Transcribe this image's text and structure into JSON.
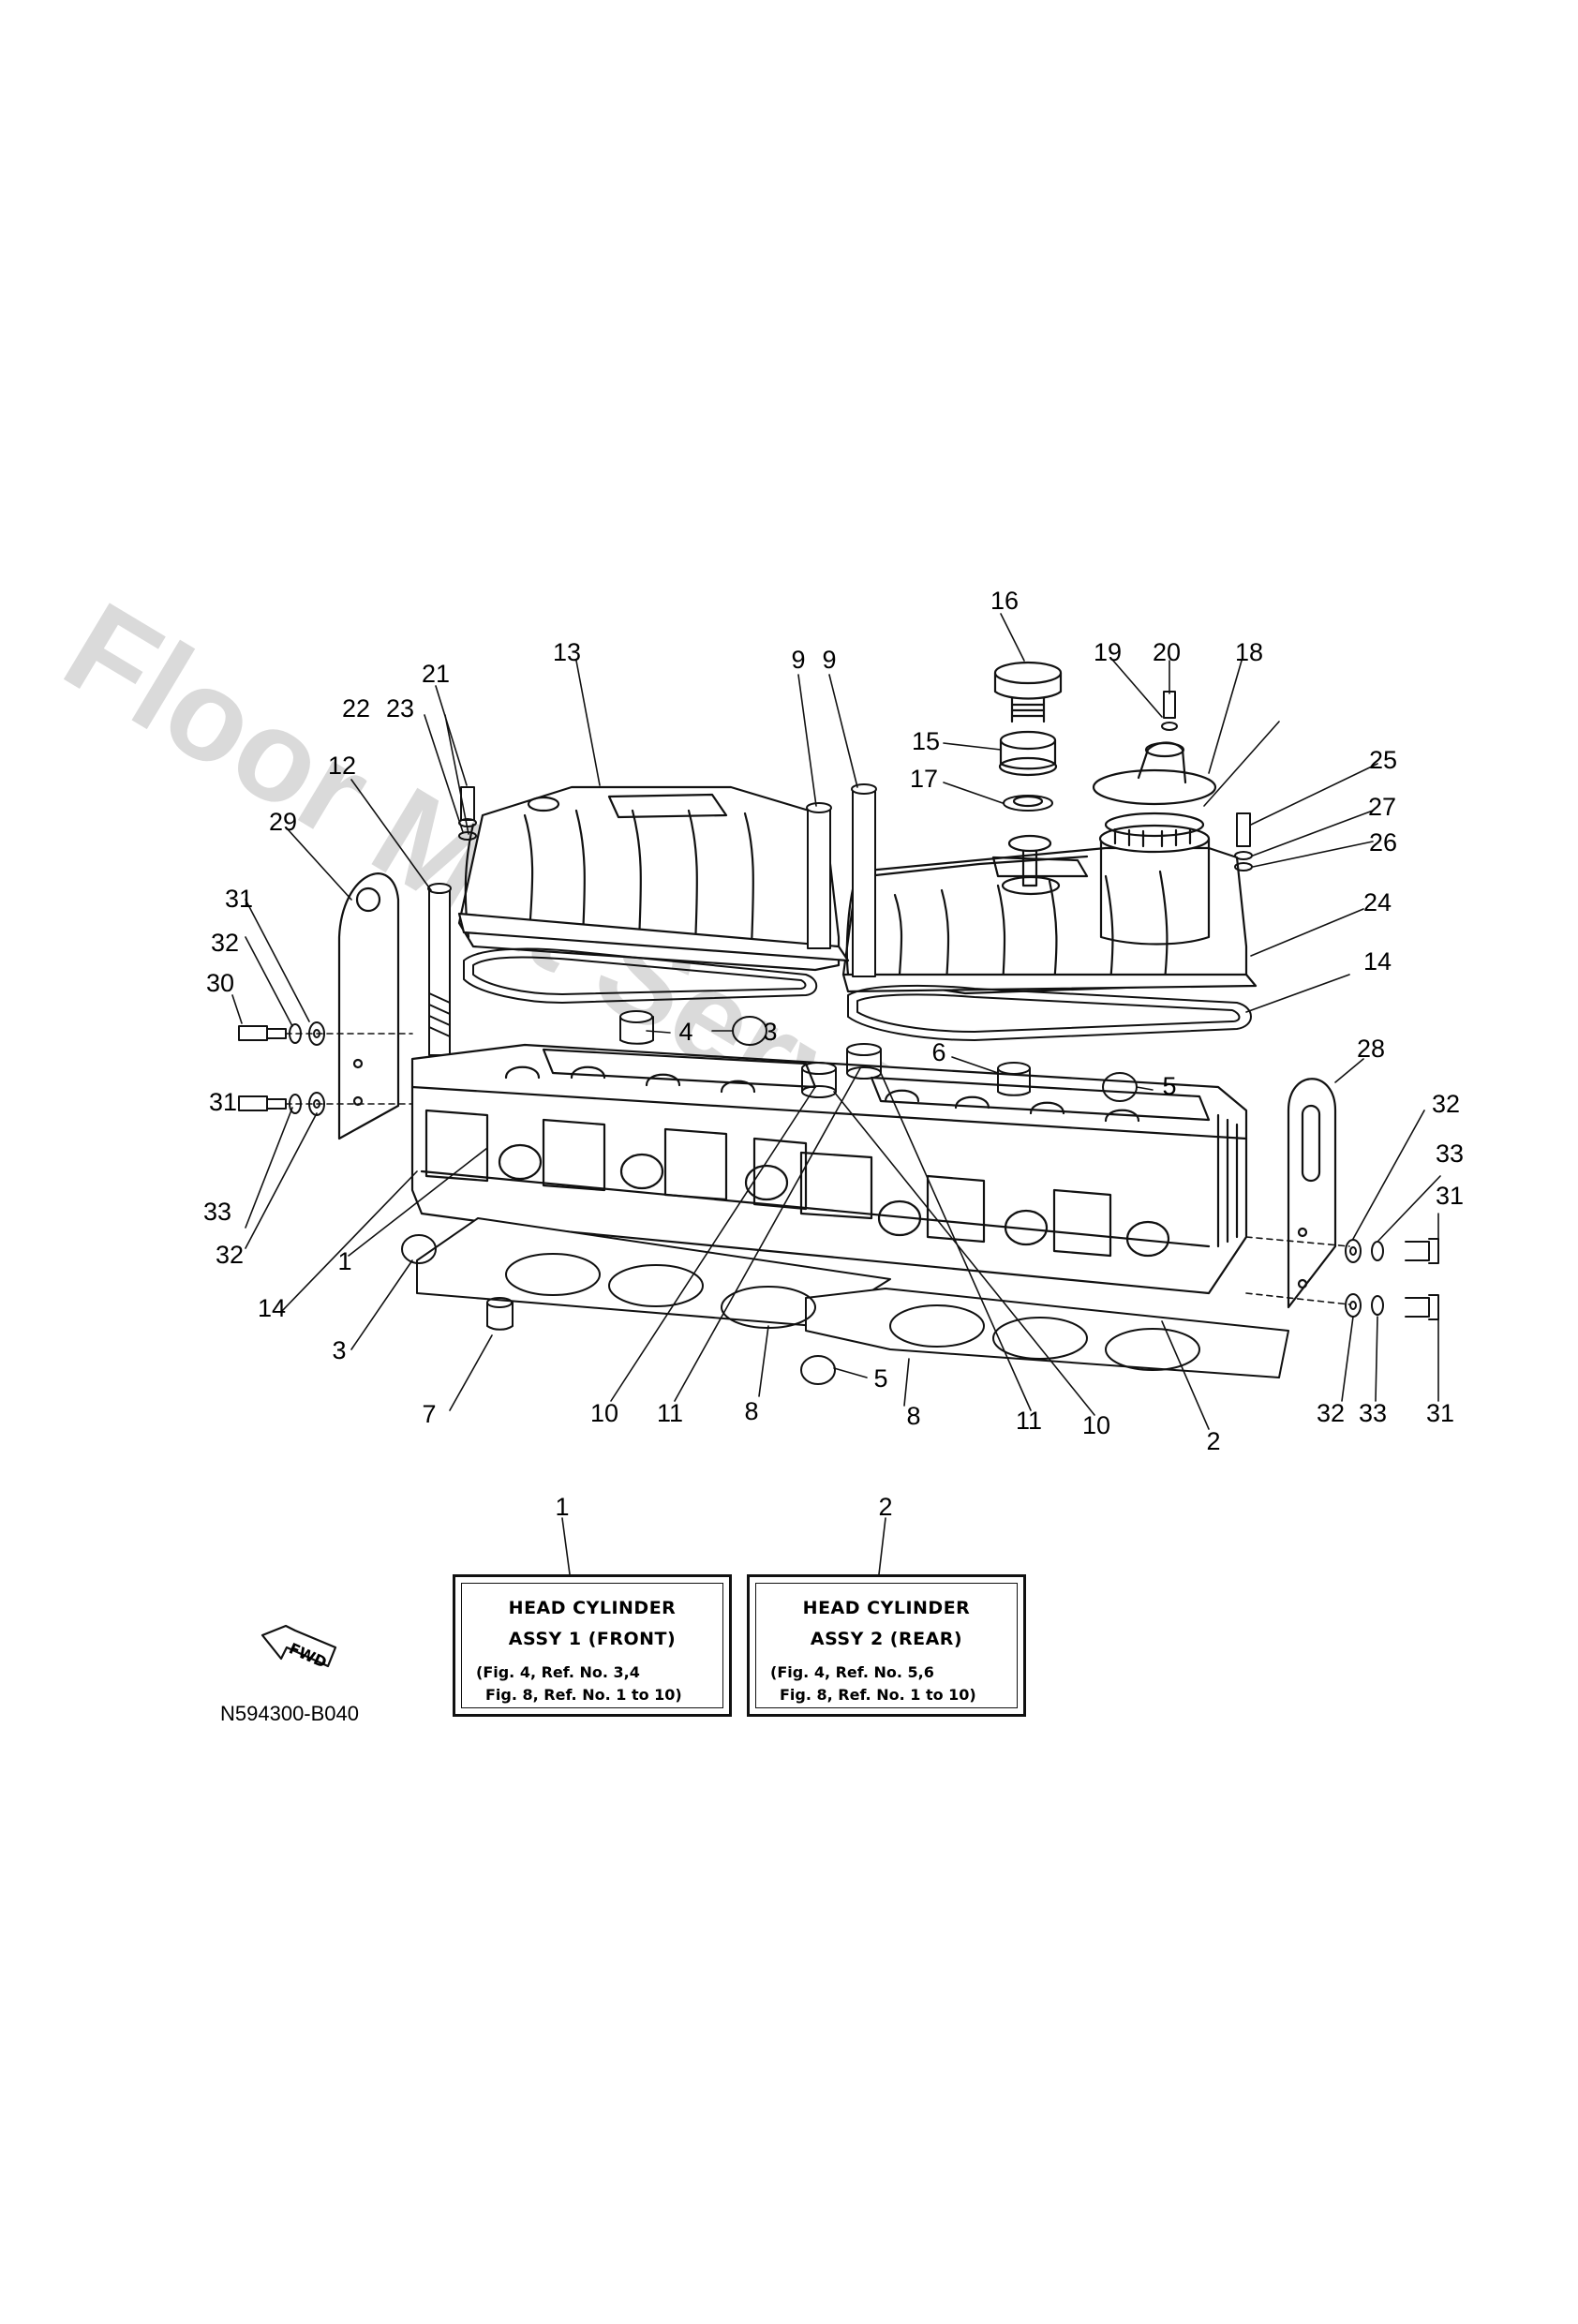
{
  "diagram": {
    "part_code": "N594300-B040",
    "fwd_label": "FWD",
    "watermark": "Floor Mat Services",
    "callouts": [
      "1",
      "2",
      "3",
      "3",
      "4",
      "5",
      "5",
      "6",
      "7",
      "8",
      "8",
      "9",
      "9",
      "10",
      "10",
      "11",
      "11",
      "12",
      "13",
      "14",
      "14",
      "15",
      "16",
      "17",
      "18",
      "19",
      "20",
      "21",
      "22",
      "23",
      "24",
      "25",
      "26",
      "27",
      "28",
      "29",
      "30",
      "31",
      "31",
      "31",
      "31",
      "32",
      "32",
      "32",
      "32",
      "33",
      "33",
      "33",
      "33"
    ],
    "legend_boxes": [
      {
        "number": "1",
        "title_line1": "HEAD CYLINDER",
        "title_line2": "ASSY 1 (FRONT)",
        "ref_line1": "(Fig. 4, Ref. No. 3,4",
        "ref_line2": "Fig. 8, Ref. No. 1 to 10)"
      },
      {
        "number": "2",
        "title_line1": "HEAD CYLINDER",
        "title_line2": "ASSY 2 (REAR)",
        "ref_line1": "(Fig. 4, Ref. No. 5,6",
        "ref_line2": "Fig. 8, Ref. No. 1 to 10)"
      }
    ]
  }
}
